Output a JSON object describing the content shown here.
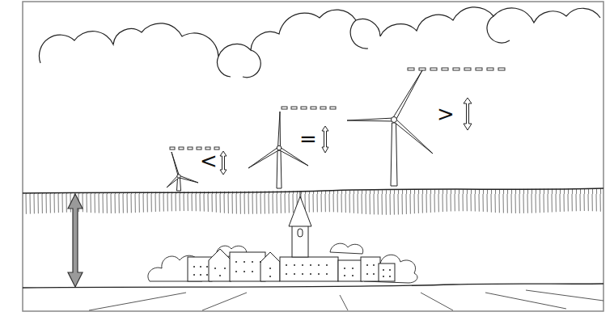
{
  "diagram": {
    "labels": [
      "<",
      "=",
      ">"
    ]
  }
}
